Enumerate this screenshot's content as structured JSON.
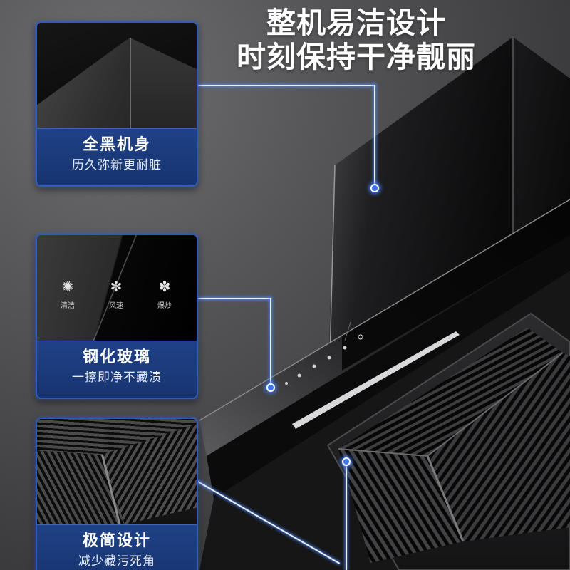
{
  "headline": {
    "line1": "整机易洁设计",
    "line2": "时刻保持干净靓丽"
  },
  "features": [
    {
      "title": "全黑机身",
      "subtitle": "历久弥新更耐脏",
      "image": "black-hood-body-corner"
    },
    {
      "title": "钢化玻璃",
      "subtitle": "一擦即净不藏渍",
      "image": "tempered-glass-control-panel",
      "controls": [
        {
          "icon": "clean-fan-icon",
          "glyph": "✺",
          "label": "清洁"
        },
        {
          "icon": "fan-speed-icon",
          "glyph": "✼",
          "label": "风速"
        },
        {
          "icon": "stir-fry-fan-icon",
          "glyph": "✽",
          "label": "爆炒"
        }
      ]
    },
    {
      "title": "极简设计",
      "subtitle": "减少藏污死角",
      "image": "grille-filter-closeup"
    }
  ],
  "product": {
    "name": "range-hood",
    "panel_buttons": [
      "back",
      "clean",
      "speed",
      "light",
      "stir-fry",
      "power"
    ],
    "colors": {
      "body": "#0b0b0c",
      "accent_line": "#e9f0ff",
      "accent_glow": "#3d74ea",
      "label_bg": "#1f4187"
    }
  }
}
